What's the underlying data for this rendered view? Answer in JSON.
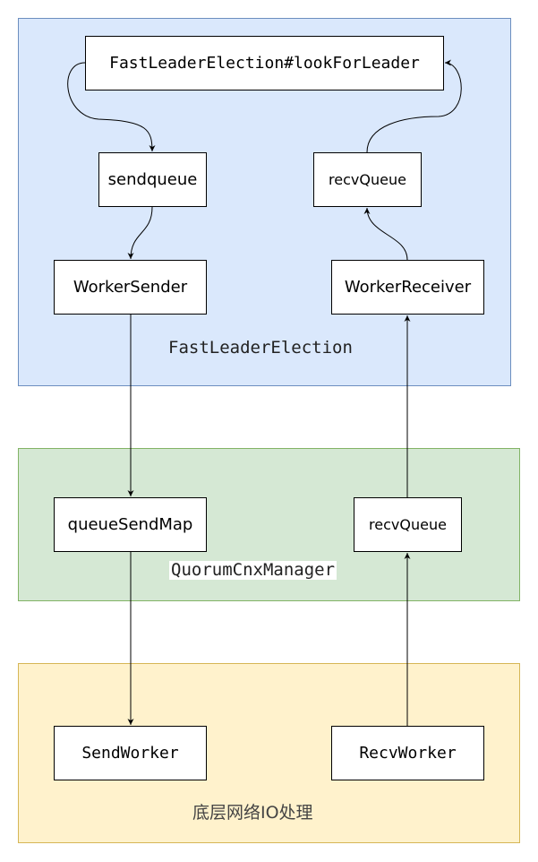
{
  "regions": {
    "fast_leader_election": {
      "label": "FastLeaderElection",
      "fill": "#dae8fc",
      "stroke": "#6c8ebf"
    },
    "quorum_cnx_manager": {
      "label": "QuorumCnxManager",
      "fill": "#d5e8d4",
      "stroke": "#82b366"
    },
    "network_io": {
      "label": "底层网络IO处理",
      "fill": "#fff2cc",
      "stroke": "#d6b656"
    }
  },
  "nodes": {
    "look_for_leader": "FastLeaderElection#lookForLeader",
    "sendqueue": "sendqueue",
    "recvqueue_fle": "recvQueue",
    "worker_sender": "WorkerSender",
    "worker_receiver": "WorkerReceiver",
    "queue_send_map": "queueSendMap",
    "recvqueue_qcm": "recvQueue",
    "send_worker": "SendWorker",
    "recv_worker": "RecvWorker"
  },
  "edges": [
    {
      "from": "look_for_leader",
      "to": "sendqueue"
    },
    {
      "from": "sendqueue",
      "to": "worker_sender"
    },
    {
      "from": "worker_sender",
      "to": "queue_send_map"
    },
    {
      "from": "queue_send_map",
      "to": "send_worker"
    },
    {
      "from": "recv_worker",
      "to": "recvqueue_qcm"
    },
    {
      "from": "recvqueue_qcm",
      "to": "worker_receiver"
    },
    {
      "from": "worker_receiver",
      "to": "recvqueue_fle"
    },
    {
      "from": "recvqueue_fle",
      "to": "look_for_leader"
    }
  ]
}
